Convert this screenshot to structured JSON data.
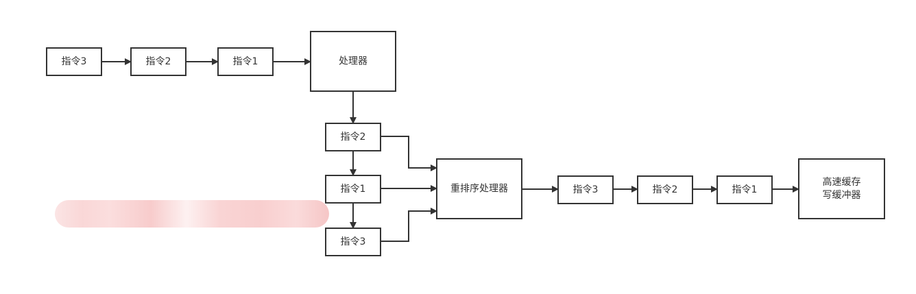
{
  "diagram": {
    "nodes": [
      {
        "id": "in3",
        "label": "指令3"
      },
      {
        "id": "in2",
        "label": "指令2"
      },
      {
        "id": "in1",
        "label": "指令1"
      },
      {
        "id": "processor",
        "label": "处理器"
      },
      {
        "id": "mid2",
        "label": "指令2"
      },
      {
        "id": "mid1",
        "label": "指令1"
      },
      {
        "id": "mid3",
        "label": "指令3"
      },
      {
        "id": "reorder",
        "label": "重排序处理器"
      },
      {
        "id": "out3",
        "label": "指令3"
      },
      {
        "id": "out2",
        "label": "指令2"
      },
      {
        "id": "out1",
        "label": "指令1"
      },
      {
        "id": "cache",
        "label": "高速缓存\n写缓冲器"
      }
    ],
    "edges": [
      {
        "from": "in3",
        "to": "in2"
      },
      {
        "from": "in2",
        "to": "in1"
      },
      {
        "from": "in1",
        "to": "processor"
      },
      {
        "from": "processor",
        "to": "mid2"
      },
      {
        "from": "mid2",
        "to": "mid1"
      },
      {
        "from": "mid1",
        "to": "mid3"
      },
      {
        "from": "mid2",
        "to": "reorder"
      },
      {
        "from": "mid1",
        "to": "reorder"
      },
      {
        "from": "mid3",
        "to": "reorder"
      },
      {
        "from": "reorder",
        "to": "out3"
      },
      {
        "from": "out3",
        "to": "out2"
      },
      {
        "from": "out2",
        "to": "out1"
      },
      {
        "from": "out1",
        "to": "cache"
      }
    ]
  }
}
